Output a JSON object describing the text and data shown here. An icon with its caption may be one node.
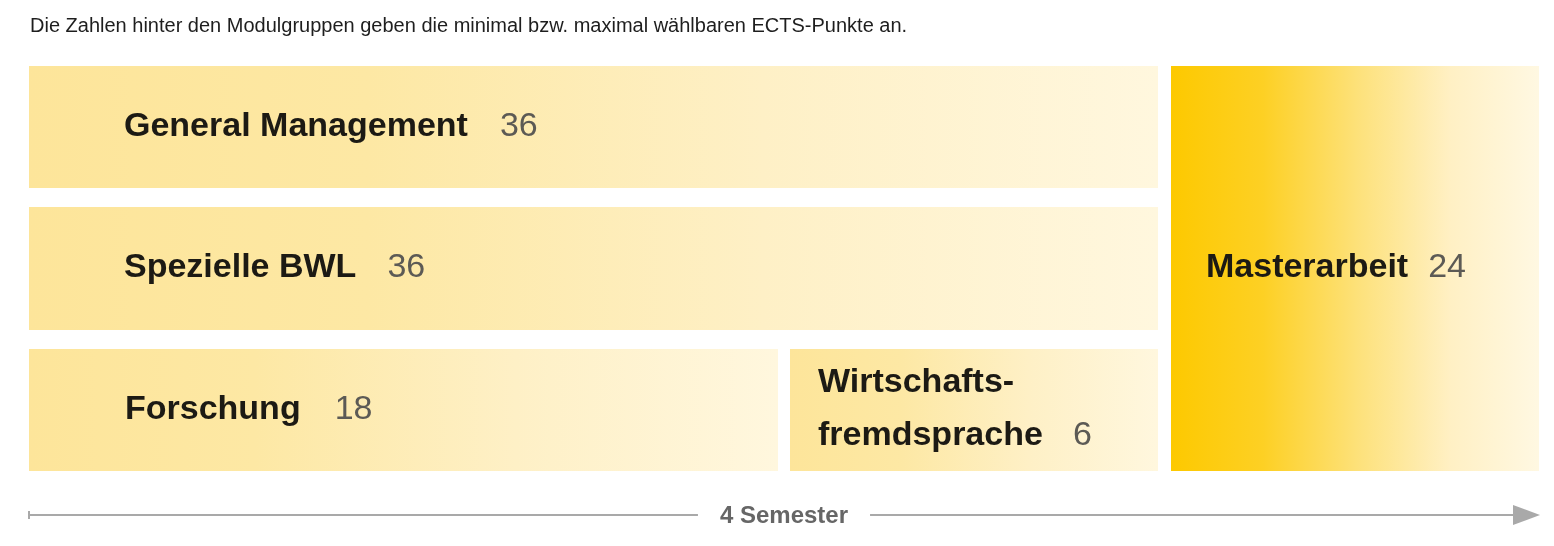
{
  "diagram": {
    "nodes": [
      {
        "text": [
          "General Management",
          "36"
        ]
      },
      {
        "text": [
          "Spezielle BWL",
          "36"
        ]
      },
      {
        "text": [
          "Forschung",
          "18"
        ]
      },
      {
        "text": [
          "Wirtschafts- fremdsprache",
          "6"
        ]
      },
      {
        "text": [
          "Masterarbeit",
          "24"
        ]
      }
    ],
    "labels": [
      "Die Zahlen hinter den Modulgruppen geben die minimal bzw. maximal wählbaren ECTS-Punkte an.",
      "4 Semester"
    ]
  }
}
